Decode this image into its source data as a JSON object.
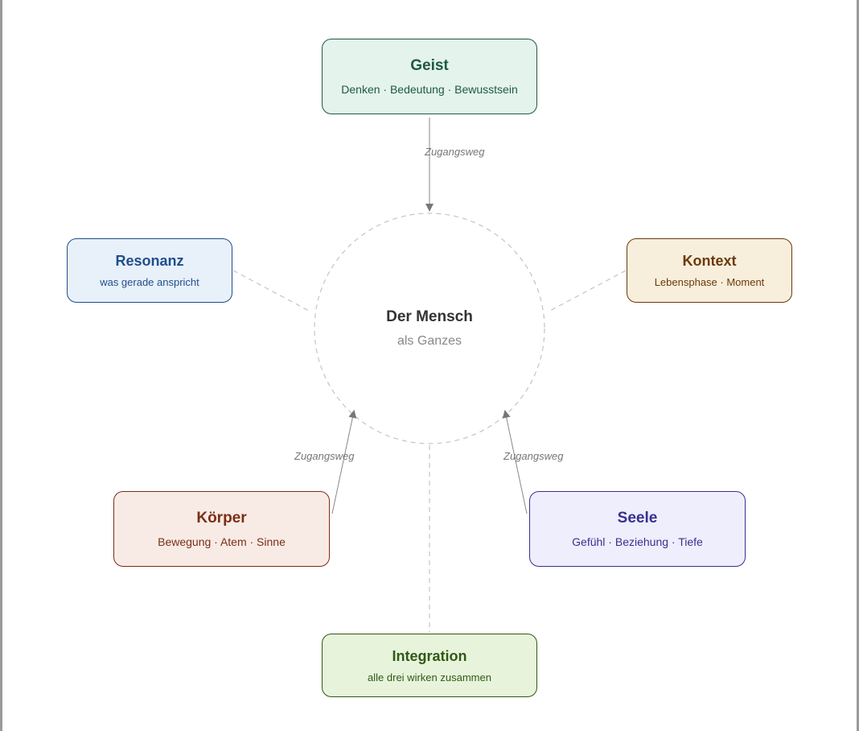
{
  "center": {
    "title": "Der Mensch",
    "subtitle": "als Ganzes"
  },
  "nodes": {
    "geist": {
      "title": "Geist",
      "subtitle": "Denken · Bedeutung · Bewusstsein",
      "color": "#1e5a44",
      "fill": "#e4f3ec"
    },
    "resonanz": {
      "title": "Resonanz",
      "subtitle": "was gerade anspricht",
      "color": "#1f4f8a",
      "fill": "#e8f0fa"
    },
    "kontext": {
      "title": "Kontext",
      "subtitle": "Lebensphase · Moment",
      "color": "#6a3a0a",
      "fill": "#f8eedc"
    },
    "koerper": {
      "title": "Körper",
      "subtitle": "Bewegung · Atem · Sinne",
      "color": "#7a2e16",
      "fill": "#f8ebe5"
    },
    "seele": {
      "title": "Seele",
      "subtitle": "Gefühl · Beziehung · Tiefe",
      "color": "#3a2f8f",
      "fill": "#eeeefc"
    },
    "integration": {
      "title": "Integration",
      "subtitle": "alle drei wirken zusammen",
      "color": "#2f5a14",
      "fill": "#e8f3dc"
    }
  },
  "edges": {
    "geist_label": "Zugangsweg",
    "koerper_label": "Zugangsweg",
    "seele_label": "Zugangsweg"
  }
}
